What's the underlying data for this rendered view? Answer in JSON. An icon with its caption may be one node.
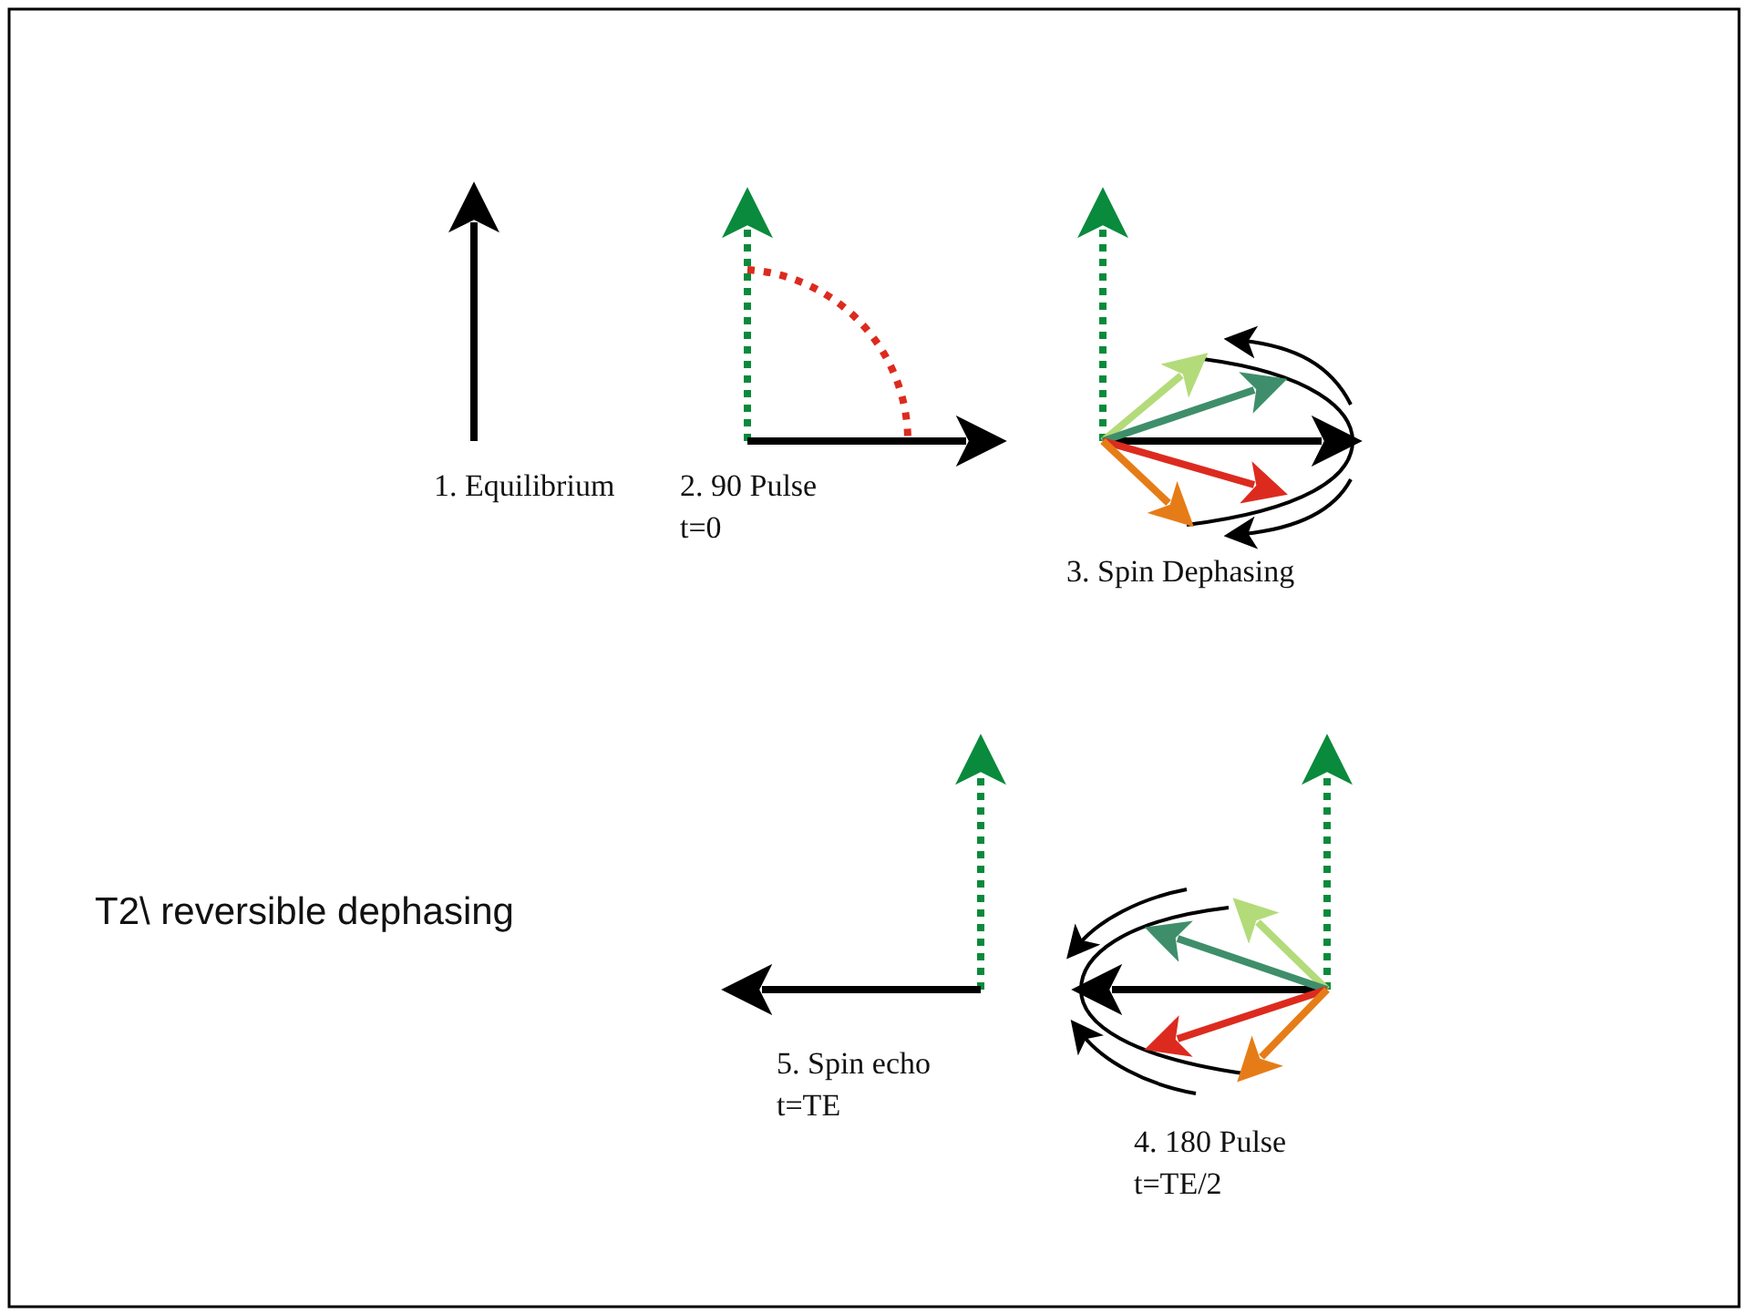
{
  "diagram": {
    "labels": [
      "1. Equilibrium",
      "2. 90 Pulse",
      "t=0",
      "3. Spin Dephasing",
      "T2\\ reversible dephasing",
      "5. Spin echo",
      "t=TE",
      "4. 180 Pulse",
      "t=TE/2"
    ]
  }
}
